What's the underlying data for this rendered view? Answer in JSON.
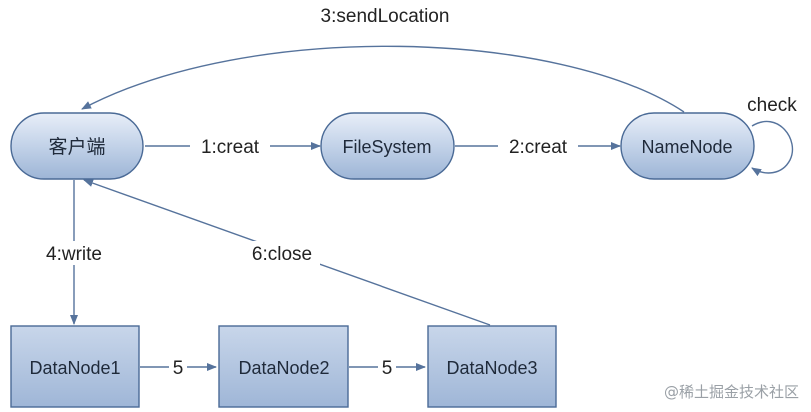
{
  "nodes": {
    "client": "客户端",
    "filesystem": "FileSystem",
    "namenode": "NameNode",
    "datanode1": "DataNode1",
    "datanode2": "DataNode2",
    "datanode3": "DataNode3"
  },
  "edges": {
    "creat1": "1:creat",
    "creat2": "2:creat",
    "sendLocation": "3:sendLocation",
    "check": "check",
    "write": "4:write",
    "close": "6:close",
    "pipe1": "5",
    "pipe2": "5"
  },
  "watermark": "@稀土掘金技术社区",
  "colors": {
    "node_fill_top": "#dfe8f5",
    "node_fill_bottom": "#a9bfdc",
    "node_stroke": "#4a6a96",
    "arrow": "#56739c"
  }
}
